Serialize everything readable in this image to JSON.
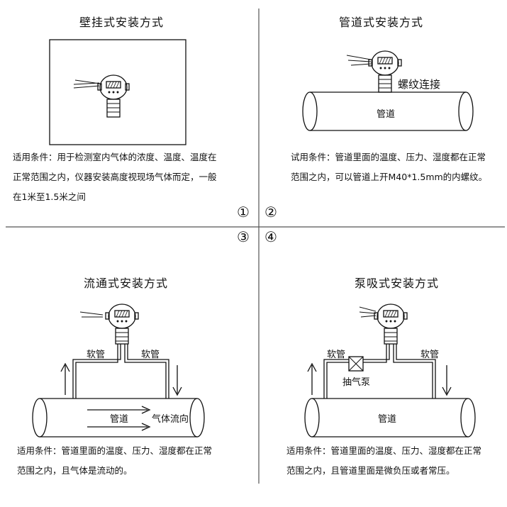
{
  "panels": [
    {
      "title": "壁挂式安装方式",
      "condition": [
        "适用条件：用于检测室内气体的浓度、温度、温度在",
        "正常范围之内，仪器安装高度视现场气体而定，一般",
        "在1米至1.5米之间"
      ]
    },
    {
      "title": "管道式安装方式",
      "condition": [
        "试用条件：管道里面的温度、压力、湿度都在正常",
        "范围之内，可以管道上开M40*1.5mm的内螺纹。"
      ],
      "labels": {
        "thread": "螺纹连接",
        "pipe": "管道"
      }
    },
    {
      "title": "流通式安装方式",
      "condition": [
        "适用条件：管道里面的温度、压力、湿度都在正常",
        "范围之内，且气体是流动的。"
      ],
      "labels": {
        "hose_left": "软管",
        "hose_right": "软管",
        "pipe": "管道",
        "flow": "气体流向"
      }
    },
    {
      "title": "泵吸式安装方式",
      "condition": [
        "适用条件：管道里面的温度、压力、湿度都在正常",
        "范围之内，且管道里面是微负压或者常压。"
      ],
      "labels": {
        "hose_left": "软管",
        "hose_right": "软管",
        "pump": "抽气泵",
        "pipe": "管道"
      }
    }
  ],
  "markers": [
    "①",
    "②",
    "③",
    "④"
  ]
}
